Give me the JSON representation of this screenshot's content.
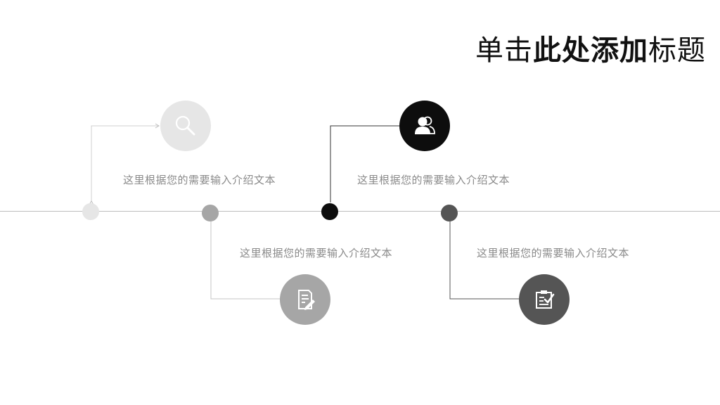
{
  "title": {
    "part1": "单击",
    "part2": "此处",
    "part3": "添加",
    "part4": "标题"
  },
  "colors": {
    "line": "#bdbdbd",
    "step1": "#e6e6e6",
    "step2": "#a6a6a6",
    "step3": "#0d0d0d",
    "step4": "#555555",
    "caption": "#8a8a8a"
  },
  "steps": [
    {
      "icon": "search-icon",
      "caption": "这里根据您的需要输入介绍文本"
    },
    {
      "icon": "document-edit-icon",
      "caption": "这里根据您的需要输入介绍文本"
    },
    {
      "icon": "users-icon",
      "caption": "这里根据您的需要输入介绍文本"
    },
    {
      "icon": "clipboard-check-icon",
      "caption": "这里根据您的需要输入介绍文本"
    }
  ]
}
